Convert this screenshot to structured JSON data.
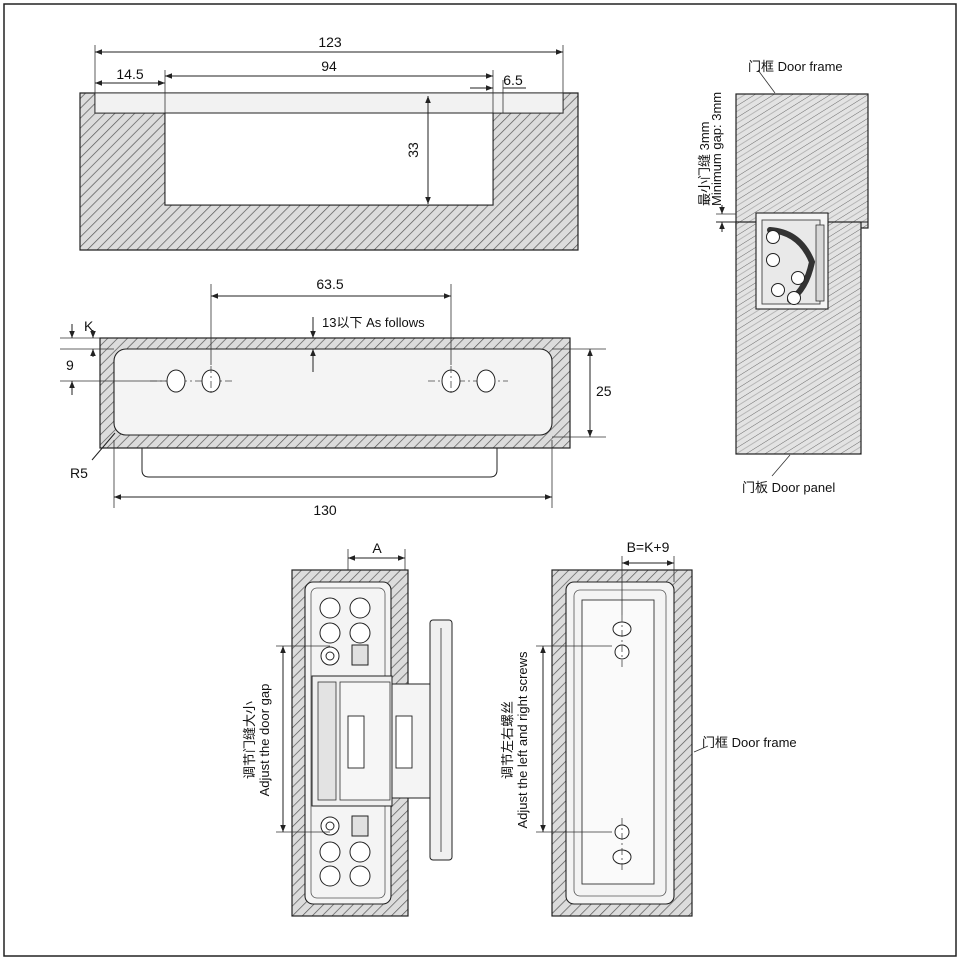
{
  "top_section": {
    "dims": {
      "overall": "123",
      "left": "14.5",
      "middle": "94",
      "right": "6.5",
      "depth": "33"
    }
  },
  "middle_section": {
    "dims": {
      "spacing": "63.5",
      "k": "K",
      "top_offset": "9",
      "height": "25",
      "radius": "R5",
      "length": "130"
    },
    "note": "13以下 As follows"
  },
  "right_section": {
    "frame_label": "门框 Door frame",
    "panel_label": "门板 Door panel",
    "gap_label_cn": "最小门缝 3mm",
    "gap_label_en": "Minimum gap: 3mm"
  },
  "bottom_section": {
    "dim_a": "A",
    "dim_b": "B=K+9",
    "left_label_cn": "调节门缝大小",
    "left_label_en": "Adjust the door gap",
    "right_label_cn": "调节左右螺丝",
    "right_label_en": "Adjust the left and right screws",
    "frame_label": "门框 Door frame"
  }
}
